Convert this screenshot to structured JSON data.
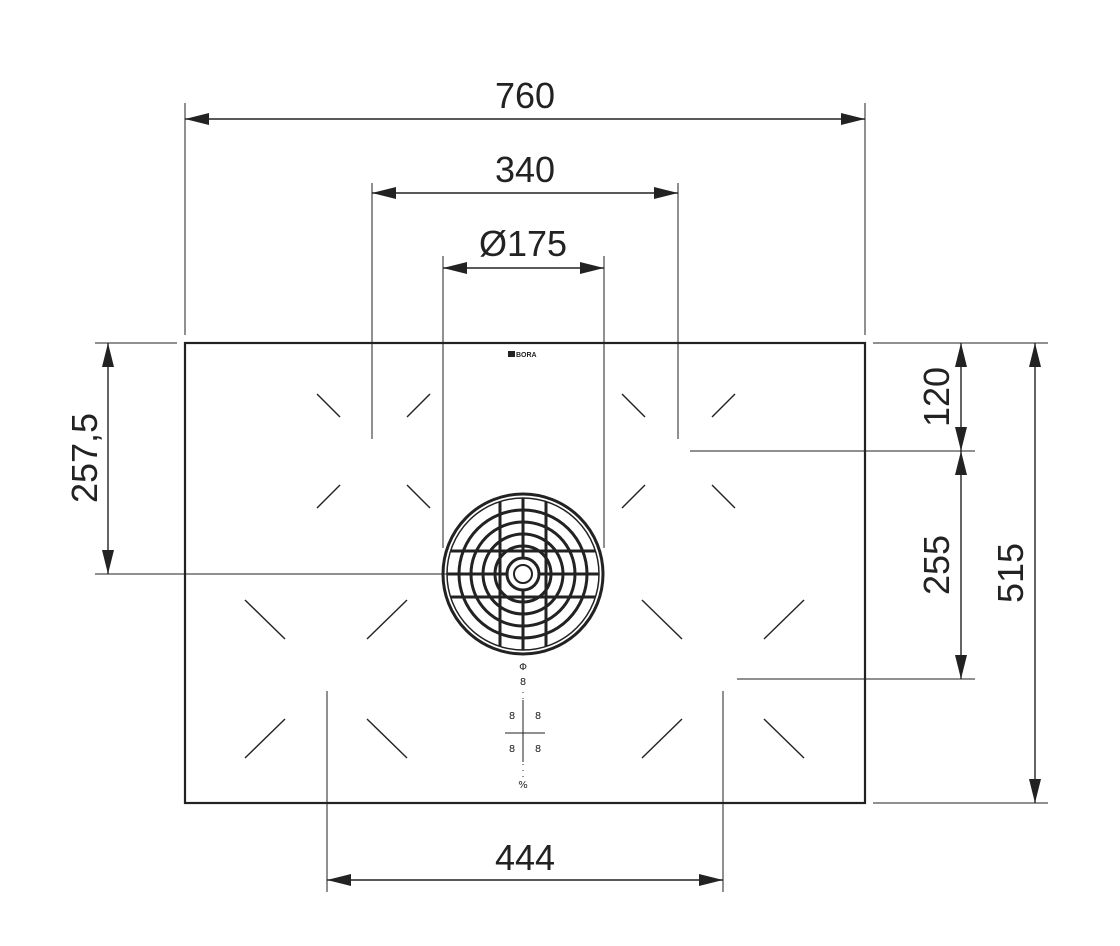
{
  "dimensions": {
    "overall_width": "760",
    "zone_spacing_top": "340",
    "extractor_diameter": "Ø175",
    "zone_spacing_bottom": "444",
    "left_offset": "257,5",
    "right_top": "120",
    "right_middle": "255",
    "overall_depth": "515"
  },
  "hob": {
    "brand": "BORA",
    "controls": {
      "power_symbol": "Φ",
      "center_digit": "8",
      "zone_digits": [
        "8",
        "8",
        "8",
        "8"
      ],
      "bottom_symbol": "%"
    }
  }
}
